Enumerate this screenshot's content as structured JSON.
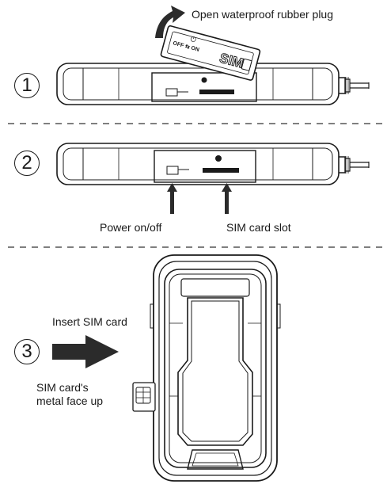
{
  "steps": {
    "step1": {
      "number": "1",
      "caption": "Open waterproof rubber plug"
    },
    "step2": {
      "number": "2",
      "power_label": "Power on/off",
      "slot_label": "SIM card slot"
    },
    "step3": {
      "number": "3",
      "insert_label": "Insert SIM card",
      "face_label_line1": "SIM card's",
      "face_label_line2": "metal face up"
    }
  },
  "plug": {
    "text_sim": "SIM",
    "text_off_on": "OFF ⇆ ON",
    "power_symbol": "⏻"
  },
  "colors": {
    "ink": "#1a1a1a",
    "arrow_fill": "#2b2b2b",
    "divider": "#555555"
  }
}
